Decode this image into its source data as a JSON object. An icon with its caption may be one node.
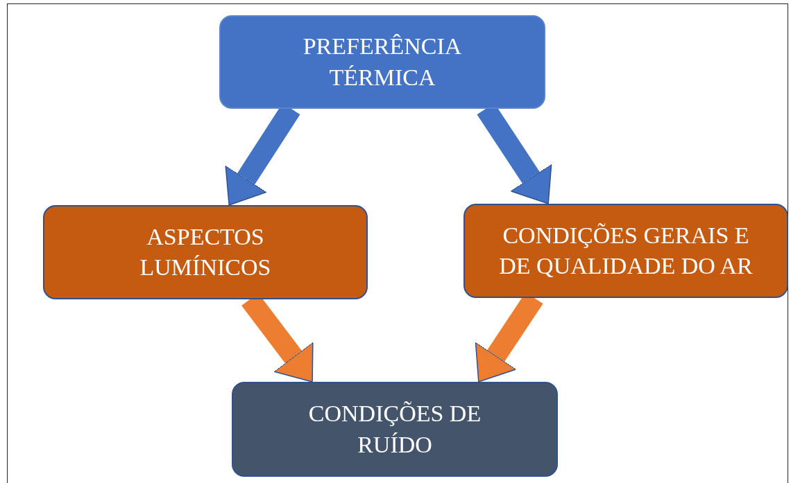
{
  "diagram": {
    "nodes": [
      {
        "text": [
          "PREFERÊNCIA TÉRMICA"
        ]
      },
      {
        "text": [
          "ASPECTOS LUMÍNICOS"
        ]
      },
      {
        "text": [
          "CONDIÇÕES GERAIS E DE QUALIDADE DO AR"
        ]
      },
      {
        "text": [
          "CONDIÇÕES DE RUÍDO"
        ]
      }
    ],
    "edges": [
      {
        "from": 0,
        "to": 1,
        "arrow": "to",
        "color": "#4472c4"
      },
      {
        "from": 0,
        "to": 2,
        "arrow": "to",
        "color": "#4472c4"
      },
      {
        "from": 1,
        "to": 3,
        "arrow": "to",
        "color": "#ed7d31"
      },
      {
        "from": 2,
        "to": 3,
        "arrow": "to",
        "color": "#ed7d31"
      }
    ]
  }
}
